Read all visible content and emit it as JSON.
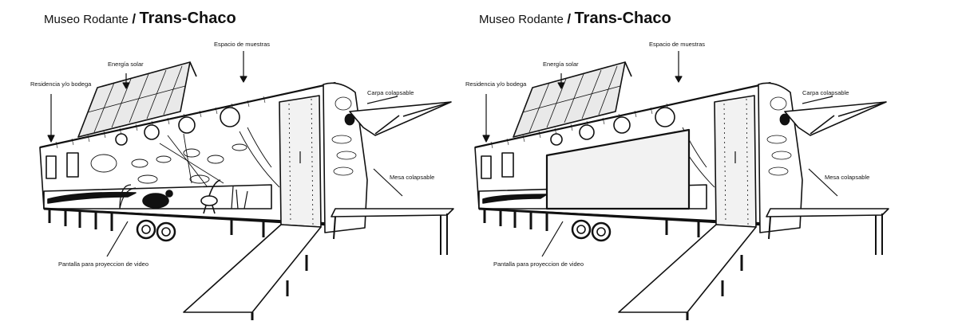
{
  "panels": [
    {
      "id": "museum-open",
      "screen_shown": false,
      "title": {
        "subtitle": "Museo Rodante",
        "separator": "/",
        "name": "Trans-Chaco"
      },
      "labels": {
        "storage": "Residencia y/o bodega",
        "solar": "Energía solar",
        "display": "Espacio de muestras",
        "tent": "Carpa colapsable",
        "table": "Mesa colapsable",
        "screen": "Pantalla para proyeccion de video"
      }
    },
    {
      "id": "museum-projection",
      "screen_shown": true,
      "title": {
        "subtitle": "Museo Rodante",
        "separator": "/",
        "name": "Trans-Chaco"
      },
      "labels": {
        "storage": "Residencia y/o bodega",
        "solar": "Energía solar",
        "display": "Espacio de muestras",
        "tent": "Carpa colapsable",
        "table": "Mesa colapsable",
        "screen": "Pantalla para proyeccion de video"
      }
    }
  ],
  "colors": {
    "ink": "#111111",
    "paper": "#ffffff",
    "panel_fill": "#f2f2f2",
    "solar": "#e9e9e9"
  }
}
